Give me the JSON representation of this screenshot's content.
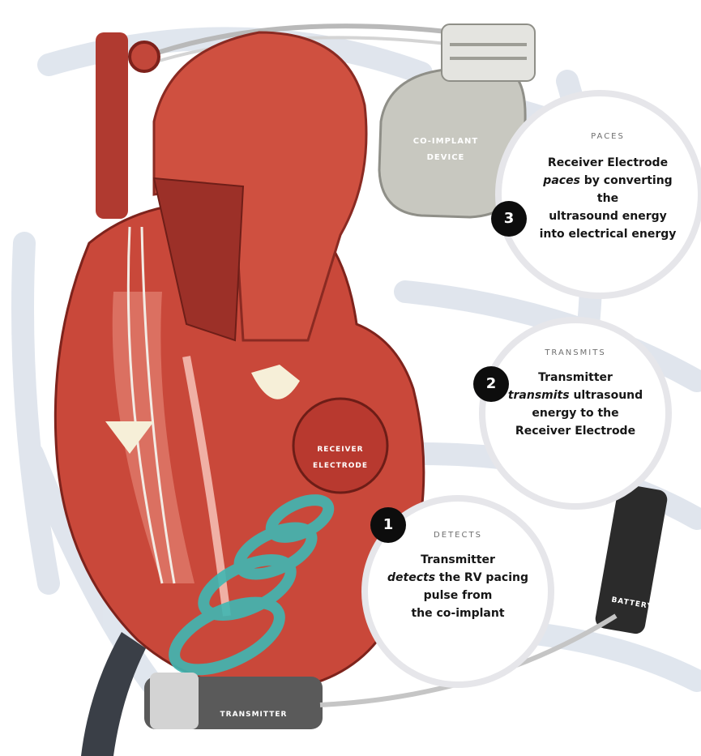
{
  "devices": {
    "co_implant": {
      "line1": "CO-IMPLANT",
      "line2": "DEVICE"
    },
    "receiver_electrode": {
      "line1": "RECEIVER",
      "line2": "ELECTRODE"
    },
    "transmitter": "TRANSMITTER",
    "battery": "BATTERY"
  },
  "steps": [
    {
      "number": "3",
      "title": "PACES",
      "keyword": "paces",
      "lines": [
        "Receiver Electrode",
        " by converting the",
        "ultrasound energy",
        "into electrical energy"
      ]
    },
    {
      "number": "2",
      "title": "TRANSMITS",
      "keyword": "transmits",
      "lines": [
        "Transmitter",
        " ultrasound",
        "energy to the",
        "Receiver Electrode"
      ]
    },
    {
      "number": "1",
      "title": "DETECTS",
      "keyword": "detects",
      "lines": [
        "Transmitter",
        " the RV pacing",
        "pulse from",
        "the co-implant"
      ]
    }
  ],
  "colors": {
    "heart": "#c9483a",
    "heart_dark": "#8f2a22",
    "ultrasound": "#3fb7b3",
    "device": "#c8c8c0",
    "circle_line": "#e6e6ea"
  }
}
